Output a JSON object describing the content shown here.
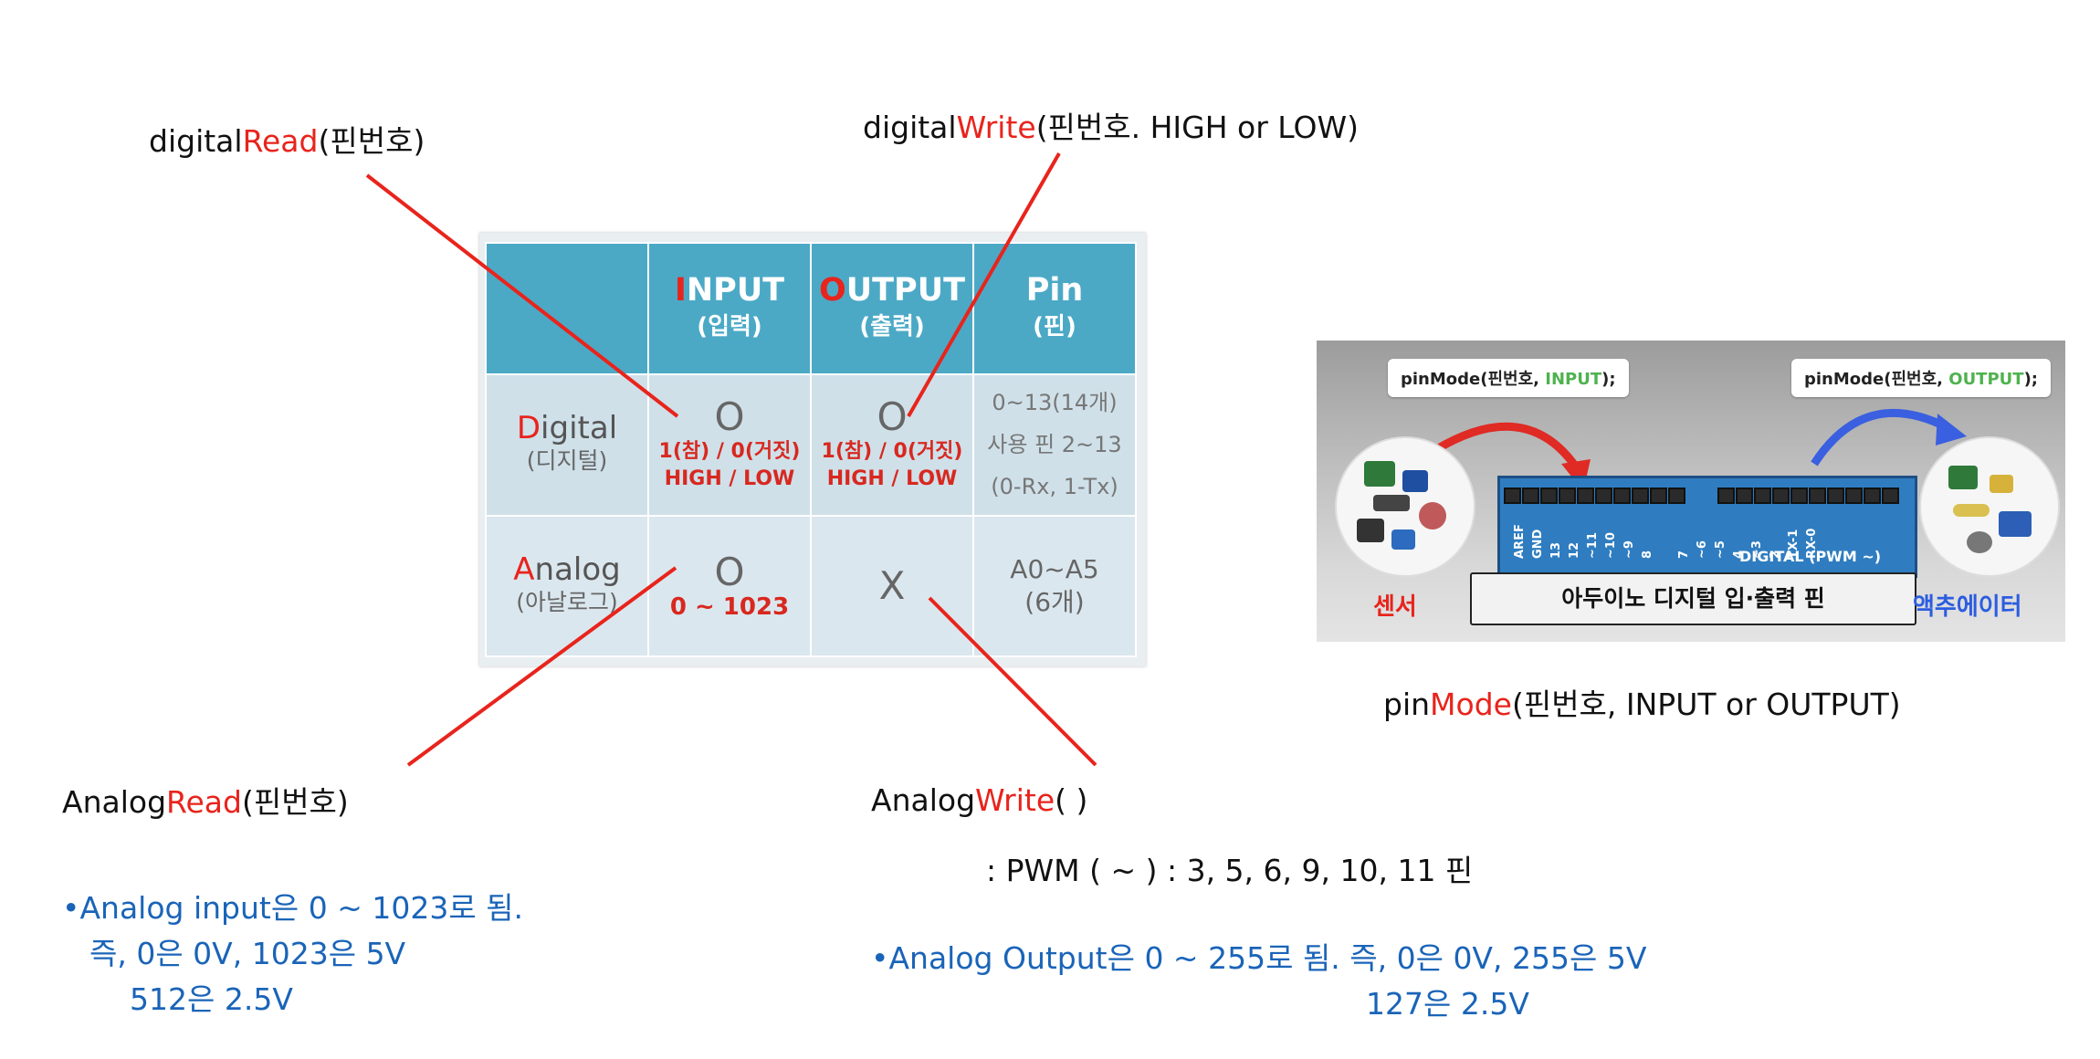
{
  "labels": {
    "digital_read": {
      "prefix": "digital",
      "highlight": "Read",
      "suffix": "(핀번호)"
    },
    "digital_write": {
      "prefix": "digital",
      "highlight": "Write",
      "suffix": "(핀번호. HIGH or LOW)"
    },
    "analog_read": {
      "prefix": "Analog",
      "highlight": "Read",
      "suffix": "(핀번호)"
    },
    "analog_write": {
      "prefix": "Analog",
      "highlight": "Write",
      "suffix": "(  )"
    },
    "pin_mode": {
      "prefix": "pin",
      "highlight": "Mode",
      "suffix": "(핀번호, INPUT or OUTPUT)"
    },
    "pwm_note": ": PWM ( ~ ) : 3, 5, 6, 9, 10, 11 핀",
    "analog_input_note": {
      "line1": "•Analog input은 0 ~ 1023로 됨.",
      "line2": "즉, 0은 0V, 1023은  5V",
      "line3": "512은 2.5V"
    },
    "analog_output_note": {
      "line1": "•Analog Output은 0 ~ 255로 됨. 즉, 0은 0V, 255은  5V",
      "line2": "127은 2.5V"
    }
  },
  "table": {
    "headers": [
      {
        "first": "",
        "rest": "",
        "sub": ""
      },
      {
        "first": "I",
        "rest": "NPUT",
        "sub": "(입력)"
      },
      {
        "first": "O",
        "rest": "UTPUT",
        "sub": "(출력)"
      },
      {
        "first": "",
        "rest": "Pin",
        "sub": "(핀)"
      }
    ],
    "digital": {
      "first": "D",
      "rest": "igital",
      "sub": "(디지털)",
      "input": {
        "mark": "O",
        "line1": "1(참) / 0(거짓)",
        "line2": "HIGH / LOW"
      },
      "output": {
        "mark": "O",
        "line1": "1(참) / 0(거짓)",
        "line2": "HIGH / LOW"
      },
      "pin": {
        "line1": "0~13(14개)",
        "line2": "사용 핀 2~13",
        "line3": "(0-Rx, 1-Tx)"
      }
    },
    "analog": {
      "first": "A",
      "rest": "nalog",
      "sub": "(아날로그)",
      "input": {
        "mark": "O",
        "line1": "0 ~ 1023"
      },
      "output": {
        "mark": "X"
      },
      "pin": {
        "line1": "A0~A5",
        "line2": "(6개)"
      }
    }
  },
  "arduino_image": {
    "pinmode_input": {
      "prefix": "pinMode(핀번호, ",
      "highlight": "INPUT",
      "suffix": ");"
    },
    "pinmode_output": {
      "prefix": "pinMode(핀번호, ",
      "highlight": "OUTPUT",
      "suffix": ");"
    },
    "caption": "아두이노 디지털 입·출력 핀",
    "sensor": "센서",
    "actuator": "액추에이터",
    "digital_pwm": "DIGITAL (PWM ~)",
    "pins": [
      "AREF",
      "GND",
      "13",
      "12",
      "~11",
      "~10",
      "~9",
      "8",
      "7",
      "~6",
      "~5",
      "4",
      "~3",
      "2",
      "TX-1",
      "RX-0"
    ]
  },
  "colors": {
    "accent": "#e8241c",
    "note_blue": "#1a64b8",
    "table_header": "#4ba9c6"
  }
}
